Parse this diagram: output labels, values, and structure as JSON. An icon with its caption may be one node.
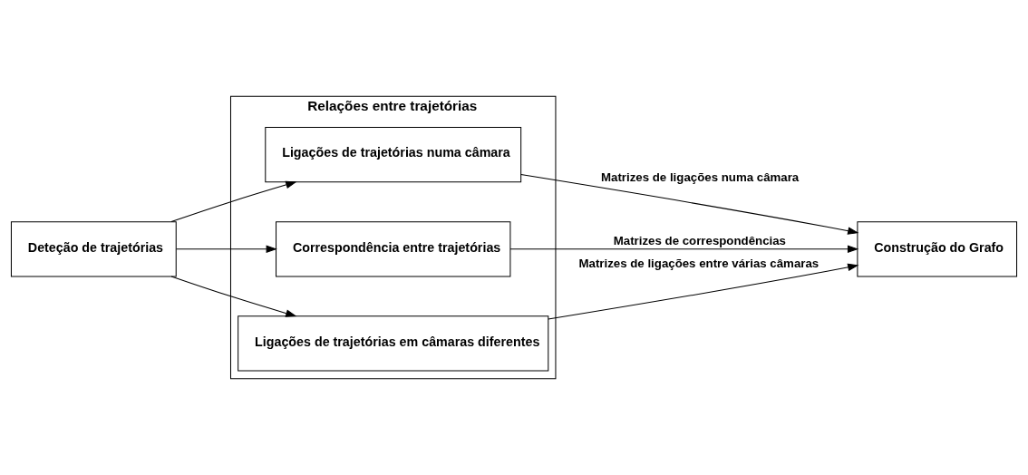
{
  "diagram": {
    "nodes": [
      {
        "text": [
          "Deteção de trajetórias"
        ]
      },
      {
        "text": [
          "Relações entre trajetórias"
        ]
      },
      {
        "text": [
          "Ligações de trajetórias numa câmara"
        ],
        "in": 1
      },
      {
        "text": [
          "Correspondência entre trajetórias"
        ],
        "in": 1
      },
      {
        "text": [
          "Ligações de trajetórias em câmaras diferentes"
        ],
        "in": 1
      },
      {
        "text": [
          "Construção do Grafo"
        ]
      }
    ],
    "edges": [
      {
        "from": 0,
        "to": 2,
        "arrow": "to"
      },
      {
        "from": 0,
        "to": 3,
        "arrow": "to"
      },
      {
        "from": 0,
        "to": 4,
        "arrow": "to"
      },
      {
        "from": 2,
        "to": 5,
        "arrow": "to",
        "label": "Matrizes de ligações numa câmara"
      },
      {
        "from": 3,
        "to": 5,
        "arrow": "to",
        "label": "Matrizes de correspondências"
      },
      {
        "from": 4,
        "to": 5,
        "arrow": "to",
        "label": "Matrizes de ligações entre várias câmaras"
      }
    ]
  }
}
